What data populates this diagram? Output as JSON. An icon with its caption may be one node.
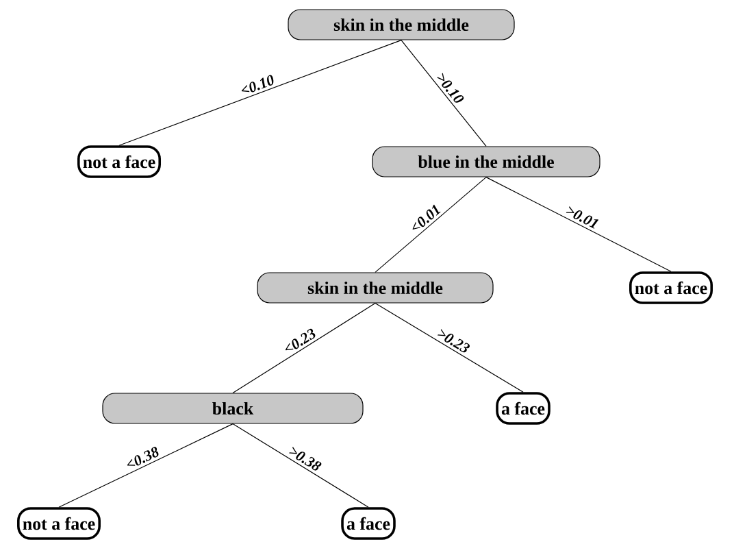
{
  "diagram": {
    "nodes": [
      {
        "text": [
          "skin in the middle"
        ]
      },
      {
        "text": [
          "not a face"
        ]
      },
      {
        "text": [
          "blue in the middle"
        ]
      },
      {
        "text": [
          "skin in the middle"
        ]
      },
      {
        "text": [
          "not a face"
        ]
      },
      {
        "text": [
          "black"
        ]
      },
      {
        "text": [
          "a face"
        ]
      },
      {
        "text": [
          "not a face"
        ]
      },
      {
        "text": [
          "a face"
        ]
      }
    ],
    "edges": [
      {
        "from": 0,
        "to": 1,
        "arrow": "none",
        "label": "<0.10"
      },
      {
        "from": 0,
        "to": 2,
        "arrow": "none",
        "label": ">0.10"
      },
      {
        "from": 2,
        "to": 3,
        "arrow": "none",
        "label": "<0.01"
      },
      {
        "from": 2,
        "to": 4,
        "arrow": "none",
        "label": ">0.01"
      },
      {
        "from": 3,
        "to": 5,
        "arrow": "none",
        "label": "<0.23"
      },
      {
        "from": 3,
        "to": 6,
        "arrow": "none",
        "label": ">0.23"
      },
      {
        "from": 5,
        "to": 7,
        "arrow": "none",
        "label": "<0.38"
      },
      {
        "from": 5,
        "to": 8,
        "arrow": "none",
        "label": ">0.38"
      }
    ]
  }
}
